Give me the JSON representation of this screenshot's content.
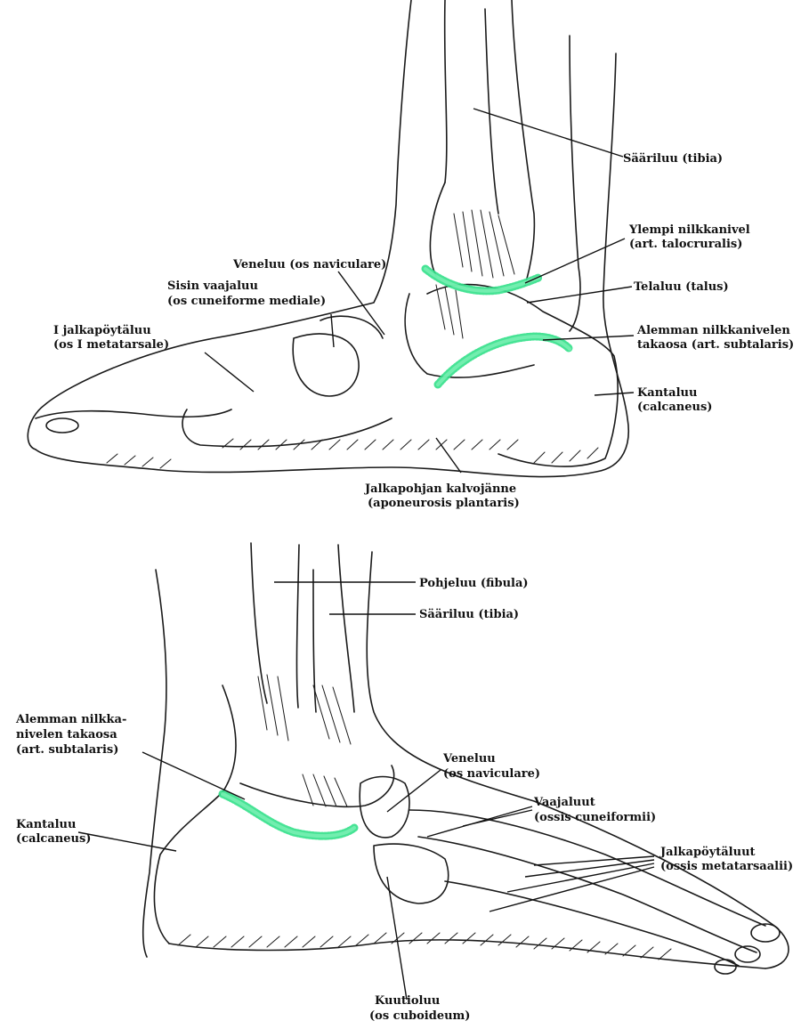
{
  "top_figure": {
    "labels": {
      "tibia": "Sääriluu (tibia)",
      "ankle_joint_1": "Ylempi nilkkanivel",
      "ankle_joint_2": "(art. talocruralis)",
      "navicular": "Veneluu (os naviculare)",
      "talus": "Telaluu (talus)",
      "cuneiform_1": "Sisin vaajaluu",
      "cuneiform_2": "(os cuneiforme mediale)",
      "subtalar_1": "Alemman nilkkanivelen",
      "subtalar_2": "takaosa (art. subtalaris)",
      "metatarsal_1": "I jalkapöytäluu",
      "metatarsal_2": "(os I metatarsale)",
      "calcaneus_1": "Kantaluu",
      "calcaneus_2": "(calcaneus)",
      "aponeurosis_1": "Jalkapohjan kalvojänne",
      "aponeurosis_2": "(aponeurosis plantaris)"
    }
  },
  "bottom_figure": {
    "labels": {
      "fibula": "Pohjeluu (fibula)",
      "tibia": "Sääriluu (tibia)",
      "subtalar_1": "Alemman nilkka-",
      "subtalar_2": "nivelen takaosa",
      "subtalar_3": "(art. subtalaris)",
      "navicular_1": "Veneluu",
      "navicular_2": "(os naviculare)",
      "cuneiforms_1": "Vaajaluut",
      "cuneiforms_2": "(ossis cuneiformii)",
      "calcaneus_1": "Kantaluu",
      "calcaneus_2": "(calcaneus)",
      "metatarsals_1": "Jalkapöytäluut",
      "metatarsals_2": "(ossis metatarsaalii)",
      "cuboid_1": "Kuutioluu",
      "cuboid_2": "(os cuboideum)"
    }
  },
  "colors": {
    "joint_highlight": "#33e08a",
    "ink": "#1a1a1a"
  }
}
